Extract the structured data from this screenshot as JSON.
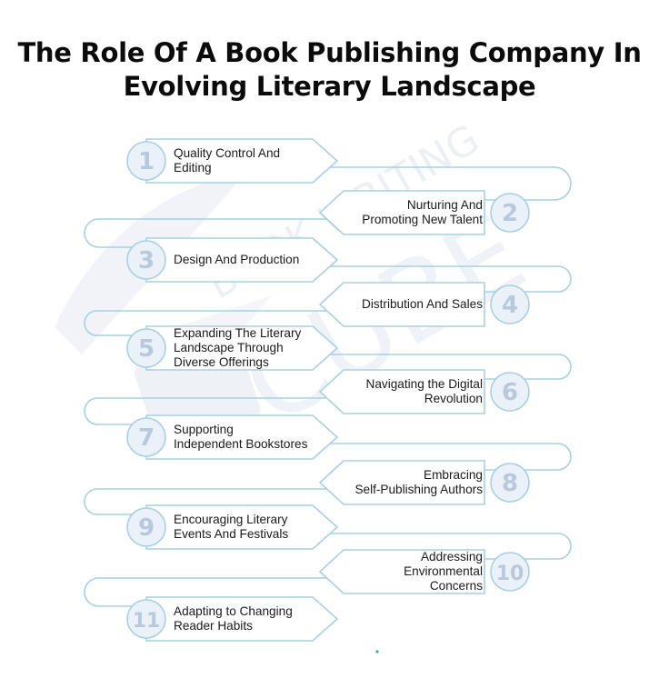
{
  "title": {
    "line1": "The Role Of A Book Publishing Company In",
    "line2": "Evolving Literary Landscape"
  },
  "watermark": {
    "line1": "BOOK WRITING",
    "line2": "CUBE"
  },
  "colors": {
    "stroke": "#a9cfe2",
    "fill": "#ffffff",
    "number": "#b9c9dd",
    "circle": "#eaf1f8",
    "watermark": "#eef1f6"
  },
  "steps": [
    {
      "number": "1",
      "side": "left",
      "lines": [
        "Quality Control And",
        "Editing"
      ]
    },
    {
      "number": "2",
      "side": "right",
      "lines": [
        "Nurturing And",
        "Promoting New Talent"
      ]
    },
    {
      "number": "3",
      "side": "left",
      "lines": [
        "Design And Production"
      ]
    },
    {
      "number": "4",
      "side": "right",
      "lines": [
        "Distribution And Sales"
      ]
    },
    {
      "number": "5",
      "side": "left",
      "lines": [
        "Expanding The Literary",
        "Landscape Through",
        "Diverse Offerings"
      ]
    },
    {
      "number": "6",
      "side": "right",
      "lines": [
        "Navigating the Digital",
        "Revolution"
      ]
    },
    {
      "number": "7",
      "side": "left",
      "lines": [
        "Supporting",
        "Independent Bookstores"
      ]
    },
    {
      "number": "8",
      "side": "right",
      "lines": [
        "Embracing",
        "Self-Publishing Authors"
      ]
    },
    {
      "number": "9",
      "side": "left",
      "lines": [
        "Encouraging Literary",
        "Events And Festivals"
      ]
    },
    {
      "number": "10",
      "side": "right",
      "lines": [
        "Addressing",
        "Environmental",
        "Concerns"
      ]
    },
    {
      "number": "11",
      "side": "left",
      "lines": [
        "Adapting to Changing",
        "Reader Habits"
      ]
    }
  ]
}
